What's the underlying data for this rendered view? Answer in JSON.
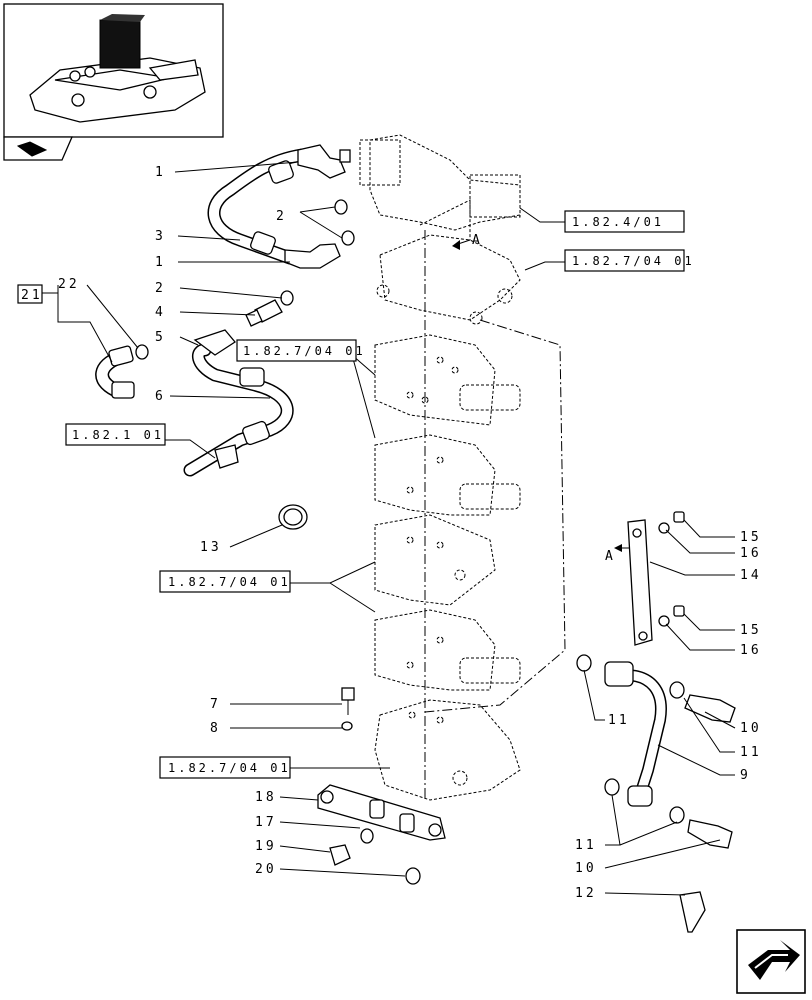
{
  "callouts": {
    "c1a": "1",
    "c1b": "1",
    "c2a": "2",
    "c2b": "2",
    "c3": "3",
    "c4": "4",
    "c5": "5",
    "c6": "6",
    "c7": "7",
    "c8": "8",
    "c9": "9",
    "c10a": "10",
    "c10b": "10",
    "c11a": "11",
    "c11b": "11",
    "c11c": "11",
    "c12": "12",
    "c13": "13",
    "c14": "14",
    "c15a": "15",
    "c15b": "15",
    "c16a": "16",
    "c16b": "16",
    "c17": "17",
    "c18": "18",
    "c19": "19",
    "c20": "20",
    "c21": "21",
    "c22": "22",
    "arrowA1": "A",
    "arrowA2": "A"
  },
  "refs": {
    "r1": "1.82.4/01",
    "r2": "1.82.7/04 01",
    "r3": "1.82.7/04 01",
    "r4": "1.82.1 01",
    "r5": "1.82.7/04 01",
    "r6": "1.82.7/04 01"
  },
  "icons": {
    "thumbnail": "tractor-rear-hitch-thumbnail",
    "section": "section-arrow-icon",
    "next": "next-page-arrow-icon"
  }
}
